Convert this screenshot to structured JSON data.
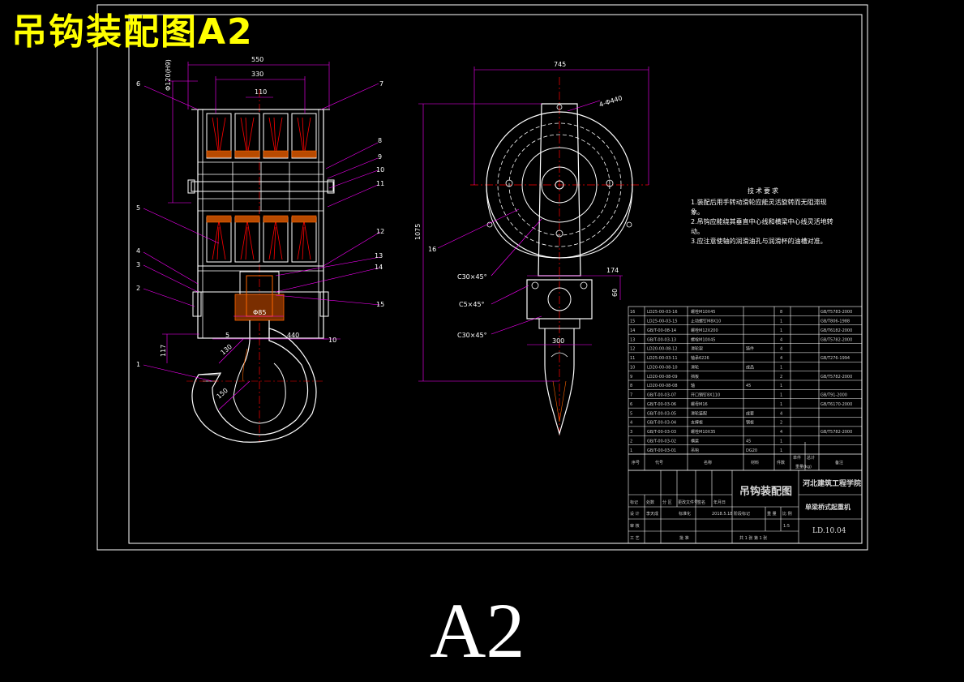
{
  "header": {
    "title": "吊钩装配图A2"
  },
  "watermark": {
    "text": "A2"
  },
  "colors": {
    "background": "#000000",
    "title": "#ffff00",
    "dimension": "#ff00ff",
    "centerline": "#ff0000",
    "part": "#ffffff"
  },
  "front_view": {
    "dims": {
      "overall_width": "550",
      "pulley_span": "330",
      "pulley_pitch": "110",
      "height_label": "Φ120(H9)",
      "hook_span": "440",
      "d85": "Φ85",
      "d5": "5",
      "d117": "117",
      "d130": "130",
      "d150": "150",
      "d10": "10"
    },
    "parts": [
      "1",
      "2",
      "3",
      "4",
      "5",
      "6",
      "7",
      "8",
      "9",
      "10",
      "11",
      "12",
      "13",
      "14",
      "15"
    ]
  },
  "side_view": {
    "dims": {
      "width_745": "745",
      "radius_440": "4-Φ440",
      "height_1075": "1075",
      "w174": "174",
      "h60": "60",
      "w300": "300"
    },
    "chamfers": [
      "C30×45°",
      "C5×45°",
      "C30×45°"
    ],
    "label_16": "16"
  },
  "tech_notes": {
    "title": "技术要求",
    "items": [
      "1.装配后用手转动滑轮应能灵活旋转而无阻滞现象。",
      "2.吊钩应能绕其垂直中心线和横梁中心线灵活地转动。",
      "3.应注意使轴的润滑油孔与润滑杯的油槽对准。"
    ]
  },
  "bom": {
    "rows": [
      [
        "16",
        "LD25-00-03-16",
        "螺栓M10X45",
        "",
        "8",
        "GB/T5783-2000"
      ],
      [
        "15",
        "LD25-00-03-15",
        "止动螺钉M8X10",
        "",
        "1",
        "GB/T806-1988"
      ],
      [
        "14",
        "GB/T-00-08-14",
        "螺栓M12X200",
        "",
        "1",
        "GB/T6182-2000"
      ],
      [
        "13",
        "GB/T-00-03-13",
        "螺栓M10X45",
        "",
        "4",
        "GB/T5782-2000"
      ],
      [
        "12",
        "LD20-00-08-12",
        "滑轮架",
        "铸件",
        "4",
        ""
      ],
      [
        "11",
        "LD25-00-03-11",
        "轴承6226",
        "",
        "4",
        "GB/T276-1994"
      ],
      [
        "10",
        "LD20-00-08-10",
        "滑轮",
        "成品",
        "1",
        ""
      ],
      [
        "9",
        "LD20-00-08-09",
        "挡板",
        "",
        "2",
        "GB/T5782-2000"
      ],
      [
        "8",
        "LD20-00-08-08",
        "轴",
        "45",
        "1",
        ""
      ],
      [
        "7",
        "GB/T-00-03-07",
        "开口销钉8X110",
        "",
        "1",
        "GB/T91-2000"
      ],
      [
        "6",
        "GB/T-00-03-06",
        "螺母M16",
        "",
        "1",
        "GB/T6170-2000"
      ],
      [
        "5",
        "GB/T-00-03-05",
        "滑轮装配",
        "成套",
        "4",
        ""
      ],
      [
        "4",
        "GB/T-00-03-04",
        "支撑板",
        "钢板",
        "2",
        ""
      ],
      [
        "3",
        "GB/T-00-03-03",
        "螺栓M10X35",
        "",
        "4",
        "GB/T5782-2000"
      ],
      [
        "2",
        "GB/T-00-03-02",
        "横梁",
        "45",
        "1",
        ""
      ],
      [
        "1",
        "GB/T-00-03-01",
        "吊钩",
        "DG20",
        "1",
        "",
        ""
      ]
    ],
    "header": [
      "序号",
      "代号",
      "名称",
      "材料",
      "件数",
      "单件",
      "总计",
      "备注"
    ],
    "weight_label": "重量(kg)"
  },
  "title_block": {
    "drawing_name": "吊钩装配图",
    "school": "河北建筑工程学院",
    "machine": "单梁桥式起重机",
    "drawing_no": "LD.10.04",
    "scale": "1:5",
    "designer": "李天成",
    "sheet": "共 1 张  第 1 张",
    "labels": [
      "标记",
      "处数",
      "分 区",
      "更改文件号",
      "签名",
      "年月日",
      "设 计",
      "标准化",
      "阶段标记",
      "重 量",
      "比 例",
      "审 核",
      "工 艺",
      "批 准"
    ],
    "date": "2018.5.18"
  }
}
